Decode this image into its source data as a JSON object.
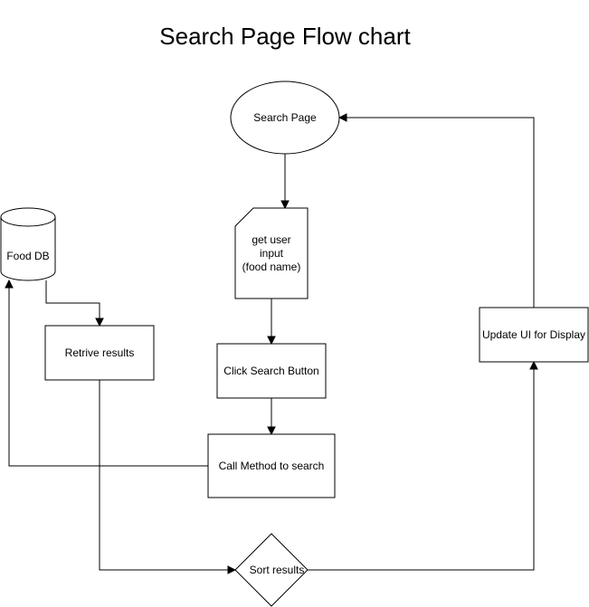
{
  "title": "Search Page Flow chart",
  "nodes": {
    "search_page": {
      "label": "Search Page",
      "shape": "ellipse"
    },
    "get_user_input": {
      "lines": [
        "get user",
        "input",
        "(food name)"
      ],
      "shape": "card"
    },
    "click_search_button": {
      "label": "Click Search Button",
      "shape": "rectangle"
    },
    "call_method": {
      "label": "Call Method to search",
      "shape": "rectangle"
    },
    "food_db": {
      "label": "Food DB",
      "shape": "cylinder"
    },
    "retrive_results": {
      "label": "Retrive results",
      "shape": "rectangle"
    },
    "sort_results": {
      "label": "Sort results",
      "shape": "diamond"
    },
    "update_ui": {
      "label": "Update UI for Display",
      "shape": "rectangle"
    }
  },
  "edges": [
    {
      "from": "search_page",
      "to": "get_user_input"
    },
    {
      "from": "get_user_input",
      "to": "click_search_button"
    },
    {
      "from": "click_search_button",
      "to": "call_method"
    },
    {
      "from": "call_method",
      "to": "food_db"
    },
    {
      "from": "food_db",
      "to": "retrive_results"
    },
    {
      "from": "retrive_results",
      "to": "sort_results"
    },
    {
      "from": "sort_results",
      "to": "update_ui"
    },
    {
      "from": "update_ui",
      "to": "search_page"
    }
  ],
  "colors": {
    "stroke": "#000000",
    "fill": "#ffffff",
    "text": "#000000"
  }
}
